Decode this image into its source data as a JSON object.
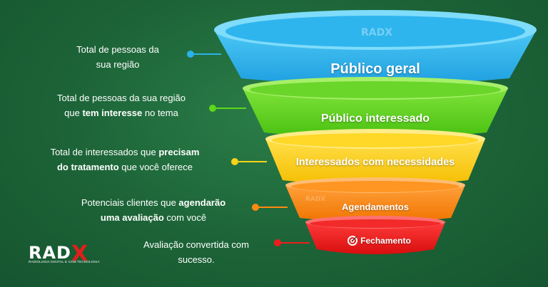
{
  "colors": {
    "background": "#1f6b3c",
    "stage1": "#29b3ec",
    "stage2": "#5fd61a",
    "stage3": "#ffd21a",
    "stage4": "#ff8a10",
    "stage5": "#f21c1c",
    "logo_accent": "#e0201a"
  },
  "brand": {
    "logo": "RadX",
    "logo_rad": "RAD",
    "logo_x": "X",
    "tagline": "RADIOLOGIA DIGITAL E COM TECNOLOGIA",
    "watermark": "RADX"
  },
  "stages": [
    {
      "label": "Público geral",
      "desc_parts": [
        {
          "t": "Total de pessoas da",
          "b": false
        },
        {
          "br": true
        },
        {
          "t": "sua região",
          "b": false
        }
      ]
    },
    {
      "label": "Público interessado",
      "desc_parts": [
        {
          "t": "Total de pessoas da sua região",
          "b": false
        },
        {
          "br": true
        },
        {
          "t": "que ",
          "b": false
        },
        {
          "t": "tem interesse",
          "b": true
        },
        {
          "t": " no tema",
          "b": false
        }
      ]
    },
    {
      "label": "Interessados com necessidades",
      "desc_parts": [
        {
          "t": "Total de interessados que ",
          "b": false
        },
        {
          "t": "precisam",
          "b": true
        },
        {
          "br": true
        },
        {
          "t": "do tratamento",
          "b": true
        },
        {
          "t": " que você oferece",
          "b": false
        }
      ]
    },
    {
      "label": "Agendamentos",
      "desc_parts": [
        {
          "t": "Potenciais clientes que ",
          "b": false
        },
        {
          "t": "agendarão",
          "b": true
        },
        {
          "br": true
        },
        {
          "t": "uma avaliação",
          "b": true
        },
        {
          "t": " com você",
          "b": false
        }
      ]
    },
    {
      "label": "Fechamento",
      "icon": "target-icon",
      "desc_parts": [
        {
          "t": "Avaliação convertida com",
          "b": false
        },
        {
          "br": true
        },
        {
          "t": "sucesso.",
          "b": false
        }
      ]
    }
  ]
}
